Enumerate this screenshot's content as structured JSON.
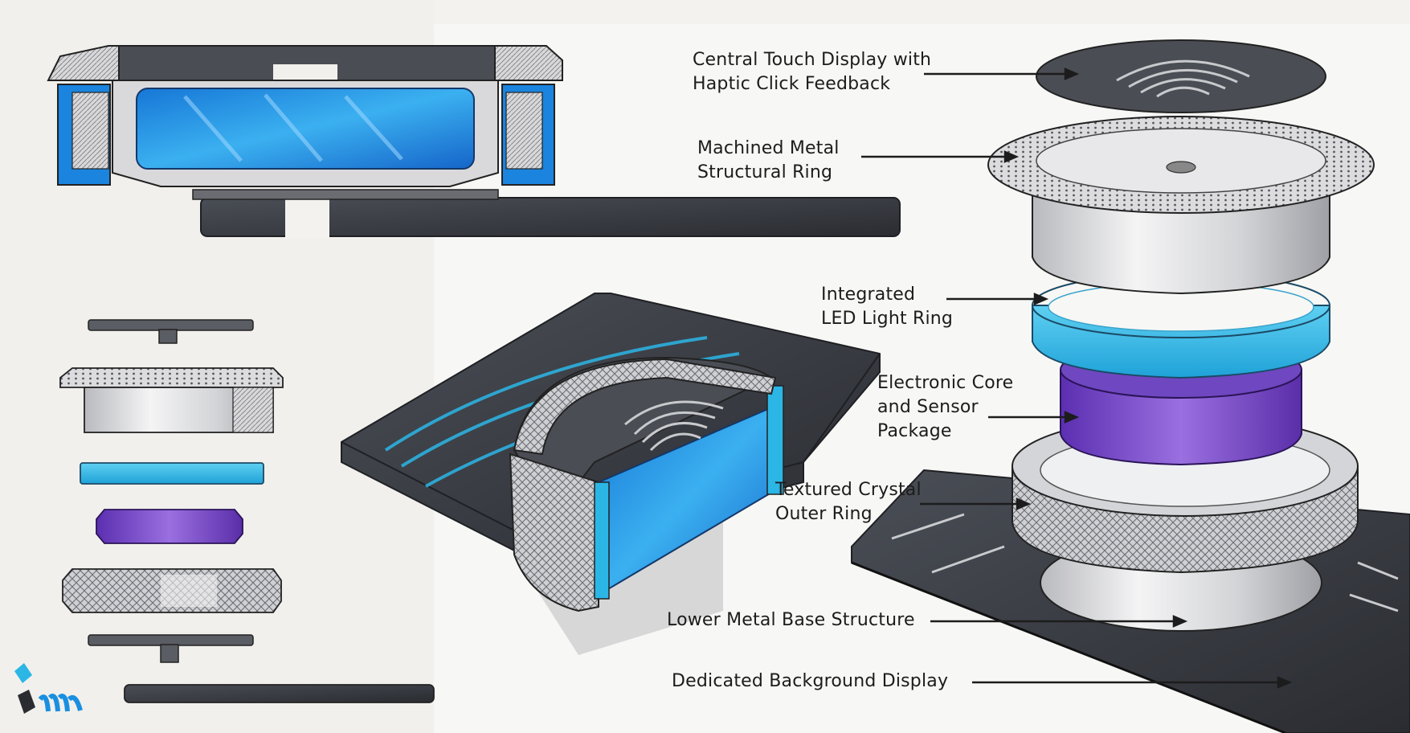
{
  "labels": {
    "touch_display": [
      "Central Touch Display with",
      "Haptic Click Feedback"
    ],
    "metal_ring": [
      "Machined Metal",
      "Structural Ring"
    ],
    "led_ring": [
      "Integrated",
      "LED Light Ring"
    ],
    "core": [
      "Electronic Core",
      "and Sensor",
      "Package"
    ],
    "crystal_ring": [
      "Textured Crystal",
      "Outer Ring"
    ],
    "base": [
      "Lower Metal Base Structure"
    ],
    "background_display": [
      "Dedicated Background Display"
    ]
  },
  "colors": {
    "paper": "#f3f2ef",
    "blue": "#1a8fe0",
    "cyan": "#2bb6e6",
    "purple": "#7a4cc6",
    "dark": "#3a3d44",
    "metal": "#e4e4e6",
    "ink": "#1c1c1c"
  }
}
